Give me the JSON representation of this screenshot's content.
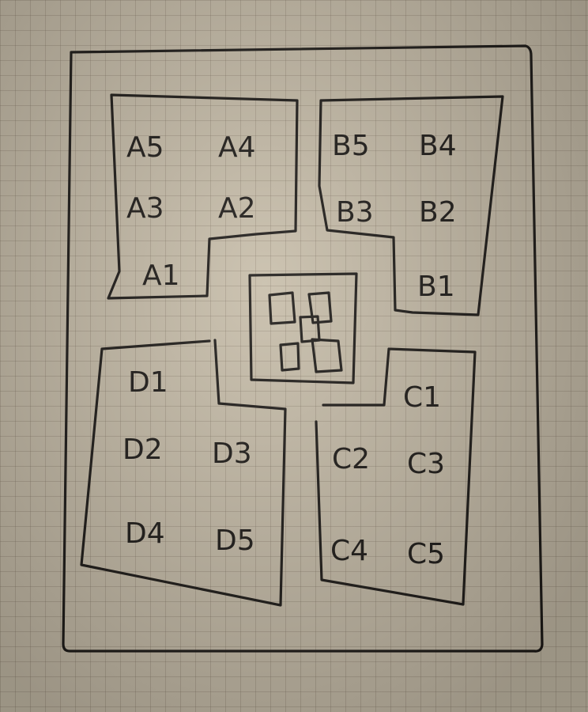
{
  "zones": {
    "a": {
      "labels": [
        "A5",
        "A4",
        "A3",
        "A2",
        "A1"
      ]
    },
    "b": {
      "labels": [
        "B5",
        "B4",
        "B3",
        "B2",
        "B1"
      ]
    },
    "c": {
      "labels": [
        "C1",
        "C2",
        "C3",
        "C4",
        "C5"
      ]
    },
    "d": {
      "labels": [
        "D1",
        "D2",
        "D3",
        "D4",
        "D5"
      ]
    }
  },
  "colors": {
    "paper": "#c7bda9",
    "grid": "#786c5a",
    "ink": "#1d1a17"
  }
}
